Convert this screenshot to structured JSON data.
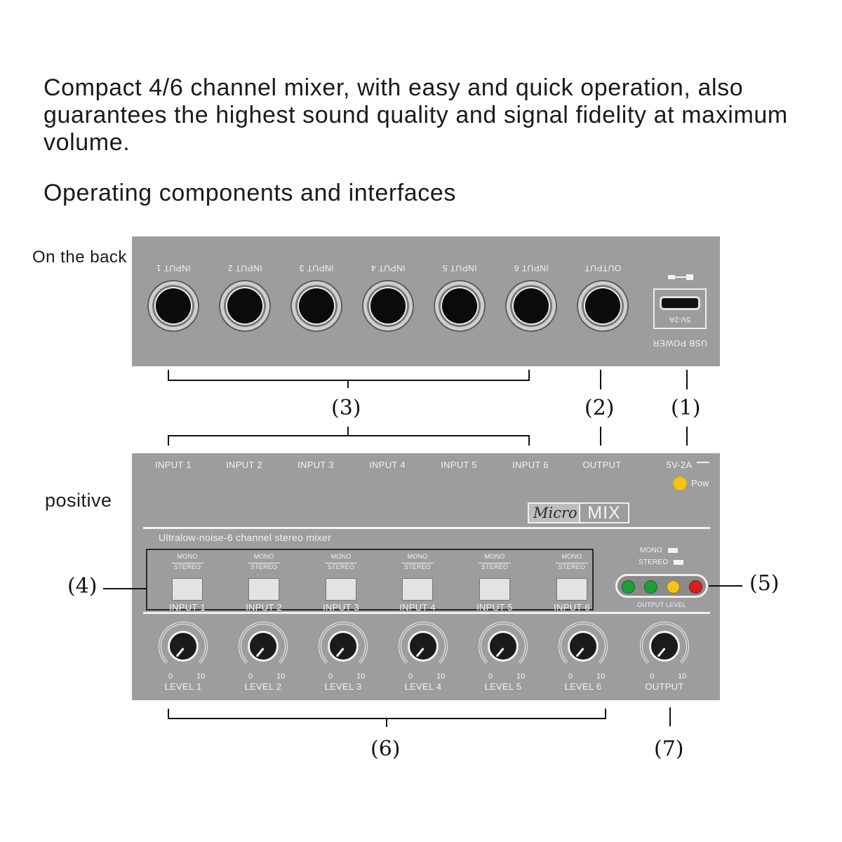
{
  "intro": "Compact 4/6 channel mixer, with easy and quick operation, also guarantees the highest sound quality and signal fidelity at maximum volume.",
  "subheading": "Operating components and interfaces",
  "back": {
    "label": "On the back",
    "jacks": [
      "INPUT 1",
      "INPUT 2",
      "INPUT 3",
      "INPUT 4",
      "INPUT 5",
      "INPUT 6",
      "OUTPUT"
    ],
    "usb_rating": "5V-2A",
    "usb_label": "USB POWER"
  },
  "front": {
    "label": "positive",
    "top_labels": [
      "INPUT 1",
      "INPUT 2",
      "INPUT 3",
      "INPUT 4",
      "INPUT 5",
      "INPUT 6",
      "OUTPUT",
      "5V-2A"
    ],
    "power_indicator": "Pow",
    "logo_left": "Micro",
    "logo_right": "MIX",
    "subtitle": "Ultralow-noise-6 channel stereo mixer",
    "switch_mono": "MONO",
    "switch_stereo": "STEREO",
    "switch_labels": [
      "INPUT 1",
      "INPUT 2",
      "INPUT 3",
      "INPUT 4",
      "INPUT 5",
      "INPUT 6"
    ],
    "mode_legend": [
      "MONO",
      "STEREO"
    ],
    "level_leds": [
      "#1f9e3a",
      "#1f9e3a",
      "#f2c41c",
      "#d41f1f"
    ],
    "level_caption": "OUTPUT LEVEL",
    "knob_min": "0",
    "knob_max": "10",
    "knob_labels": [
      "LEVEL 1",
      "LEVEL 2",
      "LEVEL 3",
      "LEVEL 4",
      "LEVEL 5",
      "LEVEL 6",
      "OUTPUT"
    ]
  },
  "callouts": [
    "(1)",
    "(2)",
    "(3)",
    "(4)",
    "(5)",
    "(6)",
    "(7)"
  ]
}
